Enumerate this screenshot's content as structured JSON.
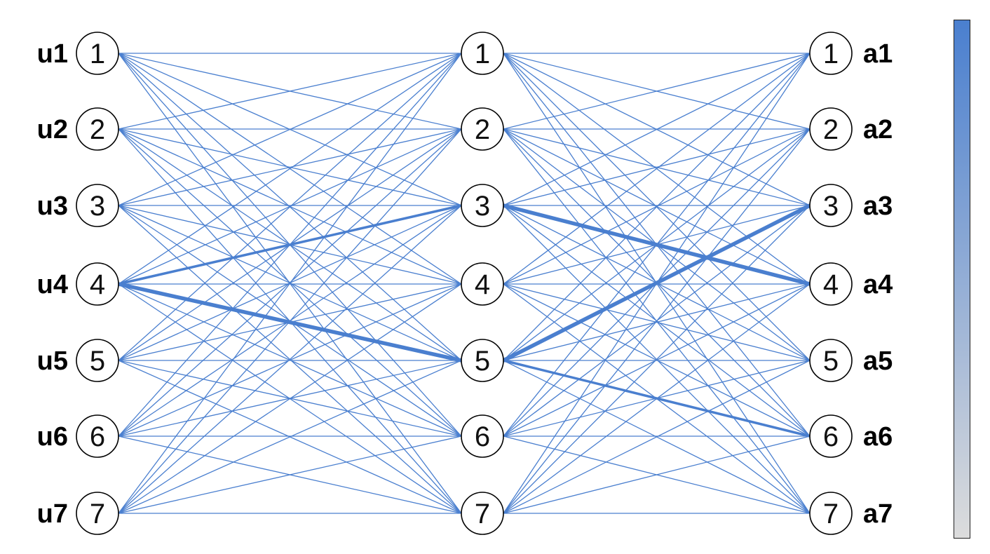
{
  "layers": [
    {
      "id": "input",
      "labels": [
        "u1",
        "u2",
        "u3",
        "u4",
        "u5",
        "u6",
        "u7"
      ],
      "nodes": [
        "1",
        "2",
        "3",
        "4",
        "5",
        "6",
        "7"
      ]
    },
    {
      "id": "hidden",
      "labels": [],
      "nodes": [
        "1",
        "2",
        "3",
        "4",
        "5",
        "6",
        "7"
      ]
    },
    {
      "id": "output",
      "labels": [
        "a1",
        "a2",
        "a3",
        "a4",
        "a5",
        "a6",
        "a7"
      ],
      "nodes": [
        "1",
        "2",
        "3",
        "4",
        "5",
        "6",
        "7"
      ]
    }
  ],
  "connectivity": "fully connected between adjacent layers",
  "highlighted_edges": [
    {
      "from_layer": "input",
      "from": "4",
      "to_layer": "hidden",
      "to": "3",
      "strength": "medium"
    },
    {
      "from_layer": "input",
      "from": "4",
      "to_layer": "hidden",
      "to": "5",
      "strength": "strong"
    },
    {
      "from_layer": "hidden",
      "from": "3",
      "to_layer": "output",
      "to": "4",
      "strength": "strong"
    },
    {
      "from_layer": "hidden",
      "from": "5",
      "to_layer": "output",
      "to": "3",
      "strength": "strong"
    },
    {
      "from_layer": "hidden",
      "from": "5",
      "to_layer": "output",
      "to": "6",
      "strength": "medium"
    }
  ],
  "colors": {
    "edge": "#4a7fcf",
    "colorbar_top": "#4a7fcf",
    "colorbar_bottom": "#dcdcdc",
    "node_border": "#000000",
    "label": "#000000"
  }
}
